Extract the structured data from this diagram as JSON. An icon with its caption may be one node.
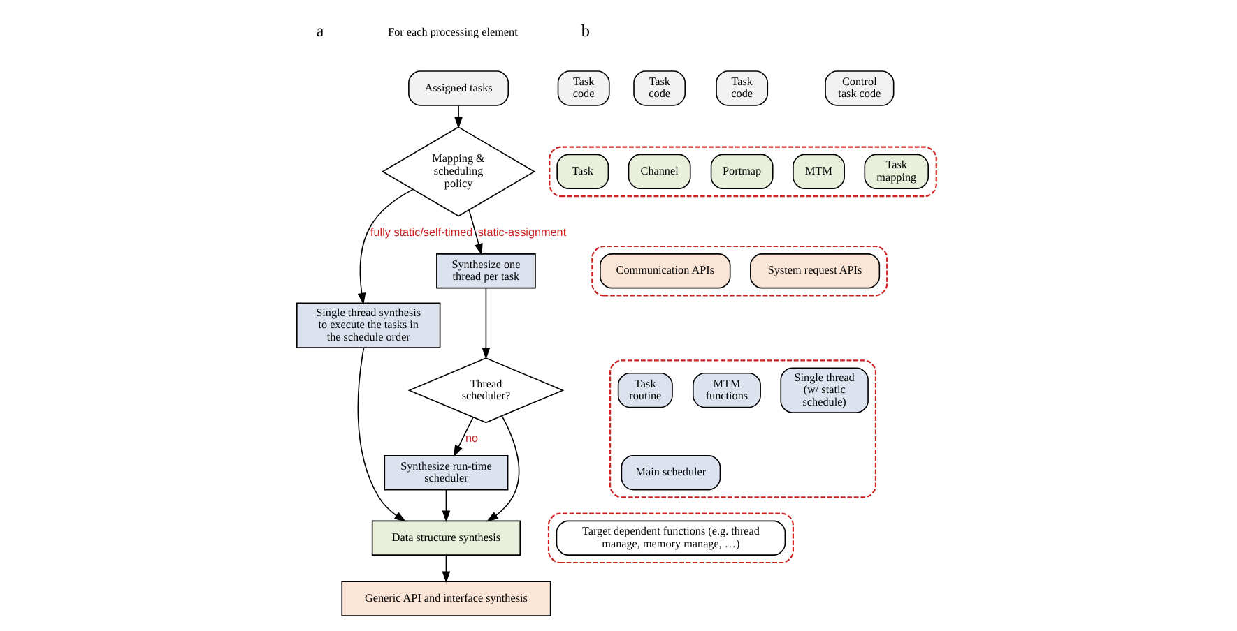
{
  "diagram": {
    "nodes": [
      {
        "text": [
          "Assigned tasks"
        ]
      },
      {
        "text": [
          "Mapping & scheduling policy"
        ]
      },
      {
        "text": [
          "Single thread synthesis to execute the tasks in the schedule order"
        ]
      },
      {
        "text": [
          "Synthesize one thread per task"
        ]
      },
      {
        "text": [
          "Thread scheduler?"
        ]
      },
      {
        "text": [
          "Synthesize run-time scheduler"
        ]
      },
      {
        "text": [
          "Data structure synthesis"
        ]
      },
      {
        "text": [
          "Generic API and interface synthesis"
        ]
      },
      {
        "text": [
          "Task code"
        ]
      },
      {
        "text": [
          "Task code"
        ]
      },
      {
        "text": [
          "Task code"
        ]
      },
      {
        "text": [
          "Control task code"
        ]
      },
      {
        "text": [],
        "shape": "box"
      },
      {
        "text": [
          "Task"
        ],
        "in": 12
      },
      {
        "text": [
          "Channel"
        ],
        "in": 12
      },
      {
        "text": [
          "Portmap"
        ],
        "in": 12
      },
      {
        "text": [
          "MTM"
        ],
        "in": 12
      },
      {
        "text": [
          "Task mapping"
        ],
        "in": 12
      },
      {
        "text": [],
        "shape": "box"
      },
      {
        "text": [
          "Communication APIs"
        ],
        "in": 18
      },
      {
        "text": [
          "System request APIs"
        ],
        "in": 18
      },
      {
        "text": [],
        "shape": "box"
      },
      {
        "text": [
          "Task routine"
        ],
        "in": 21
      },
      {
        "text": [
          "MTM functions"
        ],
        "in": 21
      },
      {
        "text": [
          "Single thread (w/ static schedule)"
        ],
        "in": 21
      },
      {
        "text": [
          "Main scheduler"
        ],
        "in": 21
      },
      {
        "text": [],
        "shape": "box"
      },
      {
        "text": [
          "Target dependent functions (e.g. thread manage, memory manage, …)"
        ],
        "in": 26
      }
    ],
    "edges": [
      {
        "from": 0,
        "to": 1,
        "arrow": "to"
      },
      {
        "from": 1,
        "to": 2,
        "arrow": "to",
        "label": "fully static/self-timed"
      },
      {
        "from": 1,
        "to": 3,
        "arrow": "to",
        "label": "static-assignment"
      },
      {
        "from": 3,
        "to": 4,
        "arrow": "to"
      },
      {
        "from": 4,
        "to": 5,
        "arrow": "to",
        "label": "no"
      },
      {
        "from": 2,
        "to": 6,
        "arrow": "to"
      },
      {
        "from": 5,
        "to": 6,
        "arrow": "to"
      },
      {
        "from": 4,
        "to": 6,
        "arrow": "to"
      },
      {
        "from": 6,
        "to": 7,
        "arrow": "to"
      }
    ],
    "labels": [
      "a",
      "For each processing element",
      "b"
    ]
  }
}
